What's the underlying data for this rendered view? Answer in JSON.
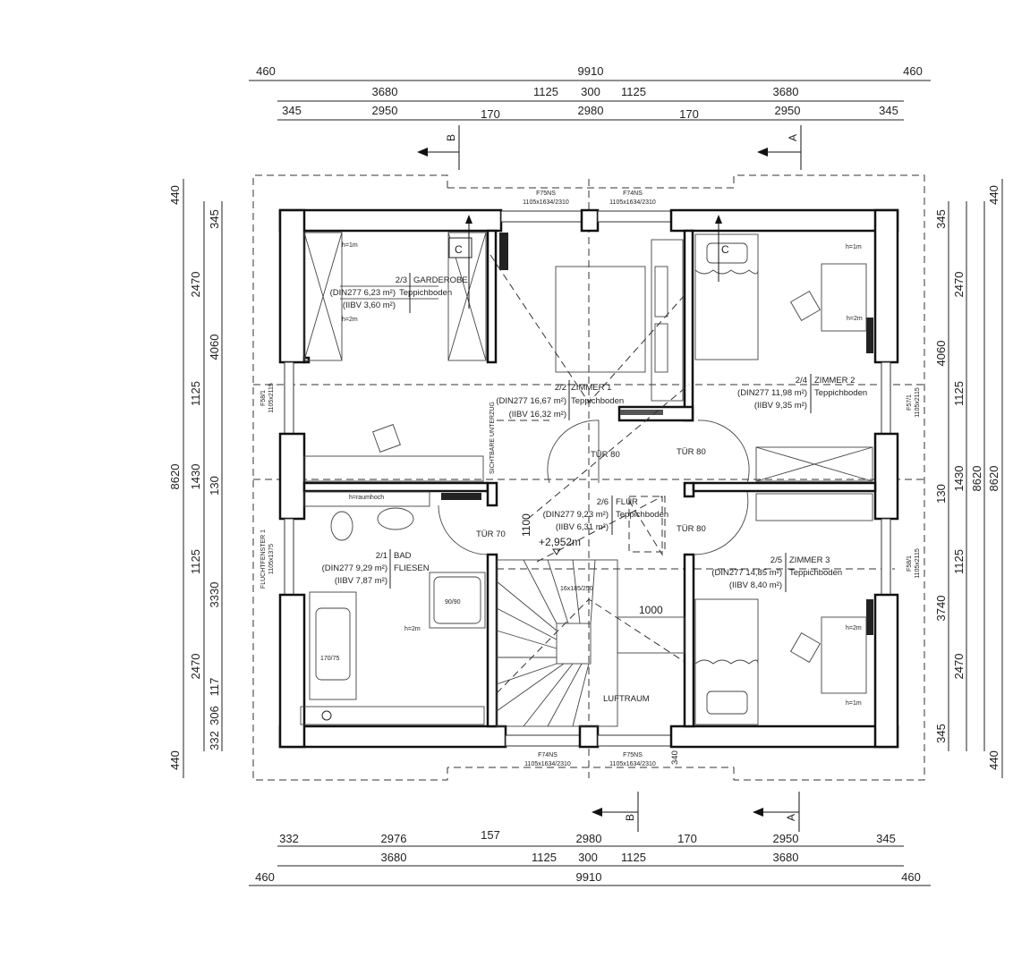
{
  "dimensions": {
    "top": {
      "row1": [
        "460",
        "9910",
        "460"
      ],
      "row2": [
        "3680",
        "1125",
        "300",
        "1125",
        "3680"
      ],
      "row3": [
        "345",
        "2950",
        "170",
        "2980",
        "170",
        "2950",
        "345"
      ]
    },
    "bottom": {
      "row1": [
        "332",
        "2976",
        "157",
        "2980",
        "170",
        "2950",
        "345"
      ],
      "row2": [
        "3680",
        "1125",
        "300",
        "1125",
        "3680"
      ],
      "row3": [
        "460",
        "9910",
        "460"
      ]
    },
    "left": {
      "col1": [
        "440",
        "8620",
        "440"
      ],
      "col2": [
        "2470",
        "1125",
        "1430",
        "1125",
        "2470"
      ],
      "col3": [
        "345",
        "4060",
        "130",
        "3330",
        "117",
        "306",
        "332"
      ]
    },
    "right": {
      "col1": [
        "345",
        "4060",
        "130",
        "3740",
        "345"
      ],
      "col2": [
        "2470",
        "1125",
        "1430",
        "1125",
        "2470"
      ],
      "col3": [
        "8620"
      ],
      "col4": [
        "440",
        "8620",
        "440"
      ]
    }
  },
  "sections": {
    "a": "A",
    "b": "B",
    "c": "C"
  },
  "rooms": [
    {
      "number": "2/3",
      "name": "GARDEROBE",
      "din": "(DIN277  6,23 m²)",
      "ibv": "(IIBV  3,60 m²)",
      "floor": "Teppichboden"
    },
    {
      "number": "2/2",
      "name": "ZIMMER 1",
      "din": "(DIN277  16,67 m²)",
      "ibv": "(IIBV  16,32 m²)",
      "floor": "Teppichboden"
    },
    {
      "number": "2/4",
      "name": "ZIMMER 2",
      "din": "(DIN277  11,98 m²)",
      "ibv": "(IIBV  9,35 m²)",
      "floor": "Teppichboden"
    },
    {
      "number": "2/1",
      "name": "BAD",
      "din": "(DIN277  9,29 m²)",
      "ibv": "(IIBV  7,87 m²)",
      "floor": "FLIESEN"
    },
    {
      "number": "2/6",
      "name": "FLUR",
      "din": "(DIN277  9,23 m²)",
      "ibv": "(IIBV  6,31 m²)",
      "floor": "Teppichboden"
    },
    {
      "number": "2/5",
      "name": "ZIMMER 3",
      "din": "(DIN277  14,85 m²)",
      "ibv": "(IIBV  8,40 m²)",
      "floor": "Teppichboden"
    }
  ],
  "windows": {
    "top_left": {
      "name": "F75NS",
      "size": "1105x1634/2310"
    },
    "top_right": {
      "name": "F74NS",
      "size": "1105x1634/2310"
    },
    "bottom_left": {
      "name": "F74NS",
      "size": "1105x1634/2310"
    },
    "bottom_right": {
      "name": "F75NS",
      "size": "1105x1634/2310"
    },
    "left_upper": {
      "name": "F58/1",
      "size": "1105x2115"
    },
    "left_lower": {
      "name": "FLUCHTFENSTER 1",
      "size": "1105x1375"
    },
    "right_upper": {
      "name": "F57/1",
      "size": "1105x2115"
    },
    "right_lower": {
      "name": "F58/1",
      "size": "1105x2115"
    }
  },
  "doors": [
    "TÜR 80",
    "TÜR 80",
    "TÜR 80",
    "TÜR 70"
  ],
  "annotations": {
    "h1m": "h=1m",
    "h2m": "h=2m",
    "h_raum": "h=raumhoch",
    "shower": "90/90",
    "bathtub": "170/75",
    "stair": "16x185/250",
    "stair_width": "1000",
    "door_height": "1100",
    "level": "+2,952m",
    "void": "LUFTRAUM",
    "beam": "SICHTBARE UNTERZUG",
    "bottom_dim": "340"
  }
}
